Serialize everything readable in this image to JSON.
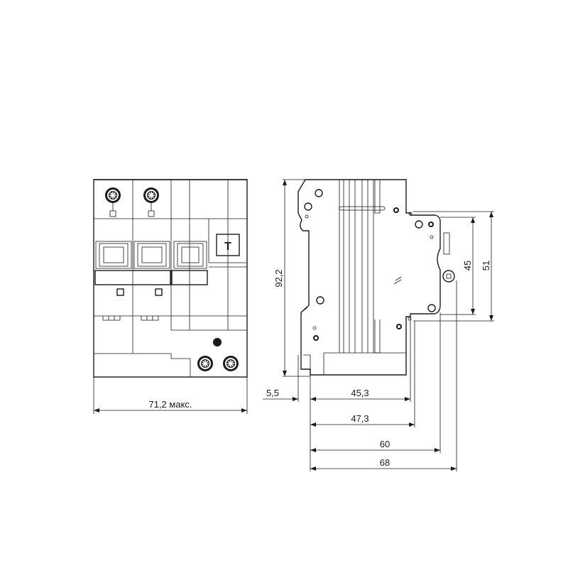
{
  "drawing": {
    "front_view": {
      "test_button_label": "T",
      "width_dimension": "71,2 макс."
    },
    "side_view": {
      "height_dimension": "92,2",
      "dim_45_vertical": "45",
      "dim_51_vertical": "51",
      "dim_5_5": "5,5",
      "dim_45_3": "45,3",
      "dim_47_3": "47,3",
      "dim_60": "60",
      "dim_68": "68"
    },
    "colors": {
      "line": "#1a1a1a",
      "background": "#ffffff"
    }
  }
}
